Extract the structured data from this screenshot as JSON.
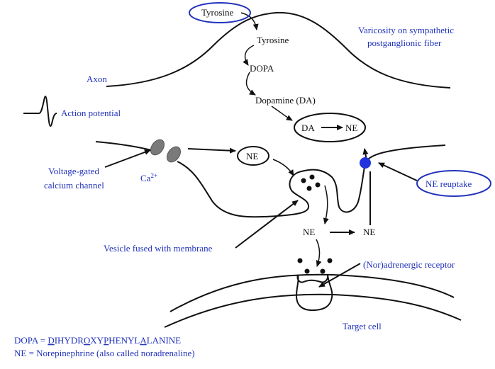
{
  "labels": {
    "tyrosine_outer": "Tyrosine",
    "tyrosine_inner": "Tyrosine",
    "dopa": "DOPA",
    "dopamine": "Dopamine (DA)",
    "da": "DA",
    "ne_synth": "NE",
    "varicosity_line1": "Varicosity on sympathetic",
    "varicosity_line2": "postganglionic fiber",
    "axon": "Axon",
    "action_potential": "Action potential",
    "ne_vesicle": "NE",
    "vgcc_line1": "Voltage-gated",
    "vgcc_line2": "calcium channel",
    "ca_base": "Ca",
    "ca_sup": "2+",
    "ne_reuptake": "NE reuptake",
    "ne_cleft_left": "NE",
    "ne_cleft_right": "NE",
    "vesicle_fused": "Vesicle fused with membrane",
    "receptor": "(Nor)adrenergic receptor",
    "target_cell": "Target cell"
  },
  "footnotes": {
    "dopa_abbrev": "DOPA = ",
    "dopa_u1": "D",
    "dopa_p1": "IHYDR",
    "dopa_u2": "O",
    "dopa_p2": "XY",
    "dopa_u3": "P",
    "dopa_p3": "HENYL",
    "dopa_u4": "A",
    "dopa_p4": "LANINE",
    "ne_def": "NE = Norepinephrine (also called noradrenaline)"
  },
  "colors": {
    "label_blue": "#2233bb",
    "reuptake_dot": "#2233dd",
    "channel_gray": "#7a7a7a"
  }
}
